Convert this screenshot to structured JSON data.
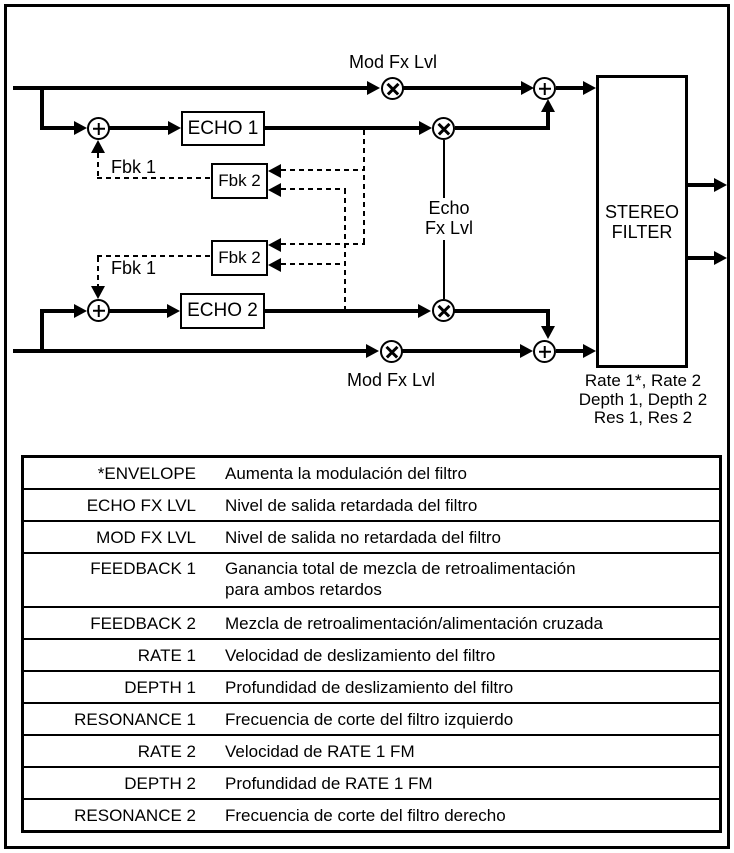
{
  "diagram": {
    "labels": {
      "mod_fx_lvl": "Mod Fx Lvl",
      "echo_fx_lvl": "Echo\nFx Lvl",
      "echo1": "ECHO 1",
      "echo2": "ECHO 2",
      "fbk1": "Fbk 1",
      "fbk2": "Fbk 2",
      "stereo_filter": "STEREO\nFILTER",
      "filter_params": "Rate 1*, Rate 2\nDepth 1, Depth 2\nRes 1, Res 2"
    },
    "colors": {
      "line": "#000000",
      "background": "#ffffff"
    }
  },
  "table": {
    "rows": [
      {
        "term": "*ENVELOPE",
        "description": "Aumenta la modulación del filtro"
      },
      {
        "term": "ECHO FX LVL",
        "description": "Nivel de salida retardada del filtro"
      },
      {
        "term": "MOD FX LVL",
        "description": "Nivel de salida no retardada del filtro"
      },
      {
        "term": "FEEDBACK 1",
        "description": "Ganancia total de mezcla de retroalimentación\npara ambos retardos"
      },
      {
        "term": "FEEDBACK 2",
        "description": "Mezcla de retroalimentación/alimentación cruzada"
      },
      {
        "term": "RATE 1",
        "description": "Velocidad de deslizamiento del filtro"
      },
      {
        "term": "DEPTH 1",
        "description": "Profundidad de deslizamiento del filtro"
      },
      {
        "term": "RESONANCE 1",
        "description": "Frecuencia de corte del filtro izquierdo"
      },
      {
        "term": "RATE 2",
        "description": "Velocidad de RATE 1 FM"
      },
      {
        "term": "DEPTH 2",
        "description": "Profundidad de RATE 1 FM"
      },
      {
        "term": "RESONANCE 2",
        "description": "Frecuencia de corte del filtro derecho"
      }
    ]
  }
}
